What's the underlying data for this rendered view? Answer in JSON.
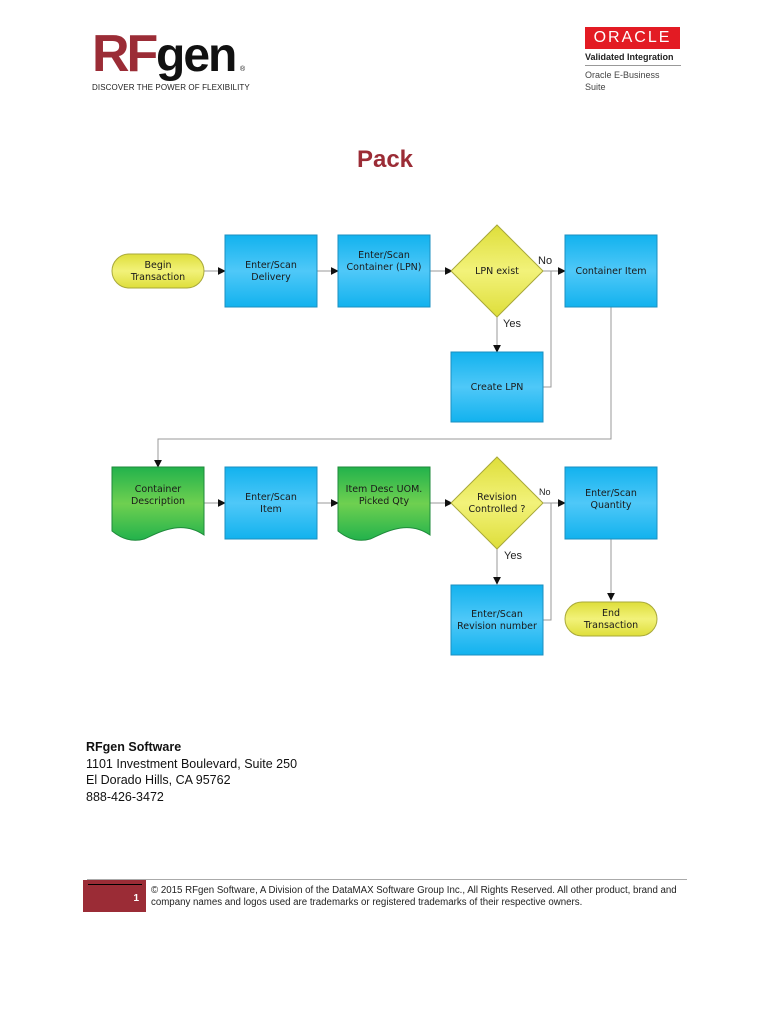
{
  "header": {
    "logo": {
      "part1": "RF",
      "part2": "gen",
      "registered": "®",
      "tagline": "DISCOVER THE POWER OF FLEXIBILITY",
      "brand_color": "#9b2c36"
    },
    "oracle_badge": {
      "brand": "ORACLE",
      "validated": "Validated Integration",
      "product": "Oracle E-Business Suite",
      "brand_color": "#e31b23"
    }
  },
  "title": "Pack",
  "flowchart": {
    "colors": {
      "process": "#29b6ee",
      "decision": "#e3e44a",
      "terminal": "#eaea55",
      "document": "#27b34a",
      "connector": "#999999"
    },
    "nodes": [
      {
        "id": "begin",
        "type": "terminal",
        "lines": [
          "Begin",
          "Transaction"
        ]
      },
      {
        "id": "delivery",
        "type": "process",
        "lines": [
          "Enter/Scan",
          "Delivery"
        ]
      },
      {
        "id": "container_lpn",
        "type": "process",
        "lines": [
          "Enter/Scan",
          "Container (LPN)"
        ]
      },
      {
        "id": "lpn_exist",
        "type": "decision",
        "lines": [
          "LPN exist"
        ]
      },
      {
        "id": "container_item",
        "type": "process",
        "lines": [
          "Container Item"
        ]
      },
      {
        "id": "create_lpn",
        "type": "process",
        "lines": [
          "Create LPN"
        ]
      },
      {
        "id": "container_desc",
        "type": "document",
        "lines": [
          "Container",
          "Description"
        ]
      },
      {
        "id": "scan_item",
        "type": "process",
        "lines": [
          "Enter/Scan",
          "Item"
        ]
      },
      {
        "id": "item_desc",
        "type": "document",
        "lines": [
          "Item Desc UOM.",
          "Picked Qty"
        ]
      },
      {
        "id": "revision",
        "type": "decision",
        "lines": [
          "Revision",
          "Controlled ?"
        ]
      },
      {
        "id": "scan_qty",
        "type": "process",
        "lines": [
          "Enter/Scan",
          "Quantity"
        ]
      },
      {
        "id": "revision_number",
        "type": "process",
        "lines": [
          "Enter/Scan",
          "Revision number"
        ]
      },
      {
        "id": "end",
        "type": "terminal",
        "lines": [
          "End",
          "Transaction"
        ]
      }
    ],
    "edge_labels": {
      "lpn_no": "No",
      "lpn_yes": "Yes",
      "rev_no": "No",
      "rev_yes": "Yes"
    }
  },
  "address": {
    "company": "RFgen Software",
    "street": "1101 Investment Boulevard, Suite 250",
    "city": "El Dorado Hills, CA 95762",
    "phone": "888-426-3472"
  },
  "footer": {
    "page_number": "1",
    "copyright": "© 2015 RFgen Software, A Division of the DataMAX Software Group Inc., All Rights Reserved.  All other product, brand and company names and logos used are trademarks or registered trademarks of their respective owners."
  }
}
